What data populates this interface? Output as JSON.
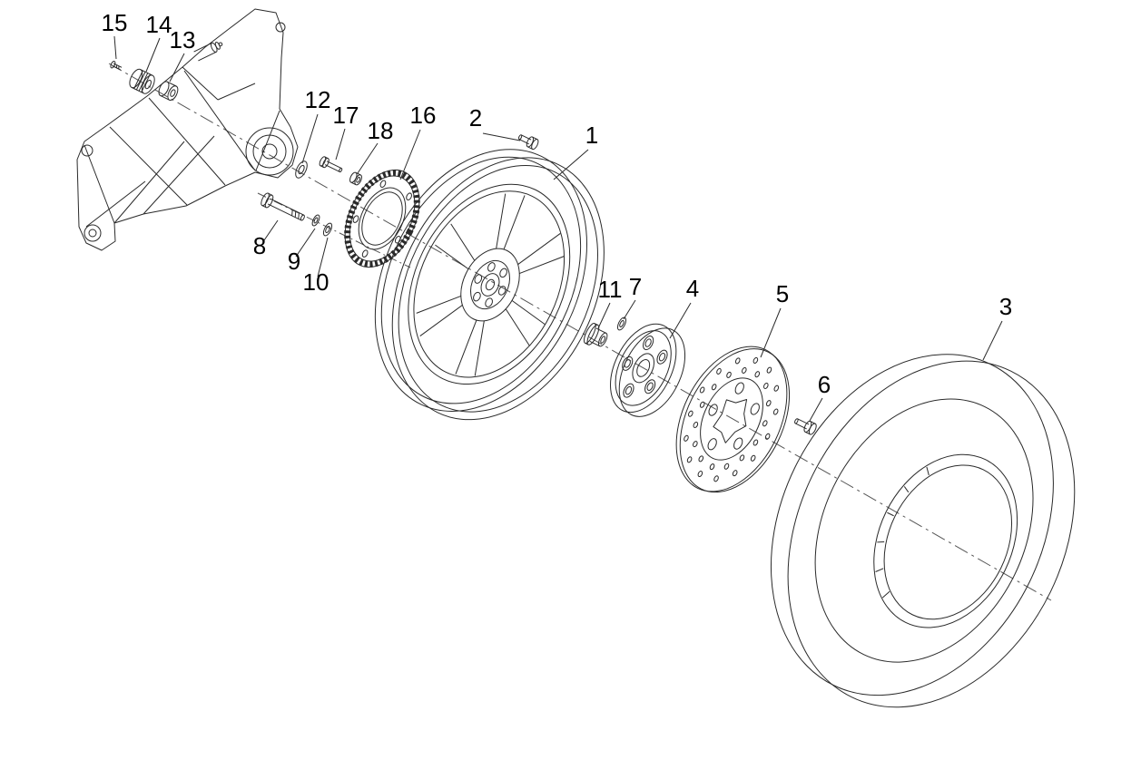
{
  "figure": {
    "type": "exploded-parts-diagram",
    "background_color": "#ffffff",
    "line_color": "#2a2a2a",
    "label_color": "#000000",
    "callouts": [
      {
        "label": "1"
      },
      {
        "label": "2"
      },
      {
        "label": "3"
      },
      {
        "label": "4"
      },
      {
        "label": "5"
      },
      {
        "label": "6"
      },
      {
        "label": "7"
      },
      {
        "label": "8"
      },
      {
        "label": "9"
      },
      {
        "label": "10"
      },
      {
        "label": "11"
      },
      {
        "label": "12"
      },
      {
        "label": "13"
      },
      {
        "label": "14"
      },
      {
        "label": "15"
      },
      {
        "label": "16"
      },
      {
        "label": "17"
      },
      {
        "label": "18"
      }
    ]
  }
}
